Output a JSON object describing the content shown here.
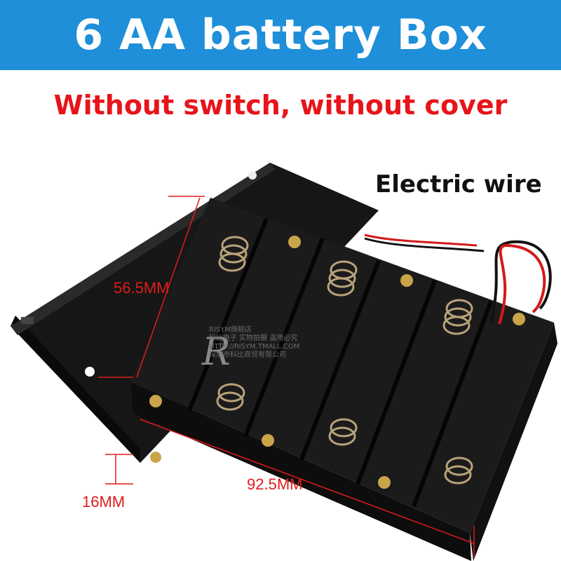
{
  "banner": {
    "title": "6 AA battery Box",
    "bg_color": "#1e8fd8"
  },
  "subtitle": {
    "text": "Without switch, without cover",
    "color": "#e8141b"
  },
  "labels": {
    "wire": "Electric wire",
    "height": "56.5MM",
    "thickness": "16MM",
    "length": "92.5MM"
  },
  "watermark": {
    "logo": "R",
    "lines": [
      "RISYM旗舰店",
      "科比电子 实物拍摄 盗用必究",
      "HTTP://RISYM.TMALL.COM",
      "深圳市科比商贸有限公司"
    ]
  },
  "product": {
    "cells": 6,
    "color": "#141414",
    "wire_colors": [
      "#d11a1a",
      "#111111"
    ]
  }
}
